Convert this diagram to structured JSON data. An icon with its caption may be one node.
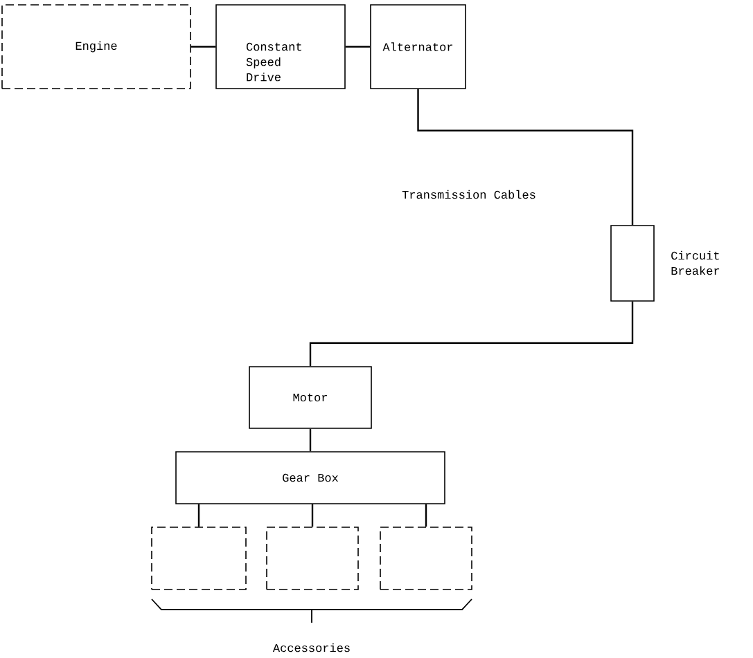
{
  "diagram": {
    "nodes": [
      {
        "text": [
          "Engine"
        ]
      },
      {
        "text": [
          "Constant Speed Drive"
        ]
      },
      {
        "text": [
          "Alternator"
        ]
      },
      {
        "text": [],
        "shape": "box",
        "beside": [
          "Circuit Breaker"
        ]
      },
      {
        "text": [
          "Motor"
        ]
      },
      {
        "text": [
          "Gear Box"
        ]
      },
      {
        "text": [],
        "shape": "box"
      },
      {
        "text": [],
        "shape": "box"
      },
      {
        "text": [],
        "shape": "box"
      }
    ],
    "edges": [
      {
        "from": 0,
        "to": 1,
        "arrow": "none"
      },
      {
        "from": 1,
        "to": 2,
        "arrow": "none"
      },
      {
        "from": 2,
        "to": 3,
        "arrow": "none"
      },
      {
        "from": 3,
        "to": 4,
        "arrow": "none"
      },
      {
        "from": 4,
        "to": 5,
        "arrow": "none"
      },
      {
        "from": 5,
        "to": 6,
        "arrow": "none"
      },
      {
        "from": 5,
        "to": 7,
        "arrow": "none"
      },
      {
        "from": 5,
        "to": 8,
        "arrow": "none"
      }
    ],
    "labels": [
      "Transmission Cables",
      "Accessories"
    ]
  }
}
